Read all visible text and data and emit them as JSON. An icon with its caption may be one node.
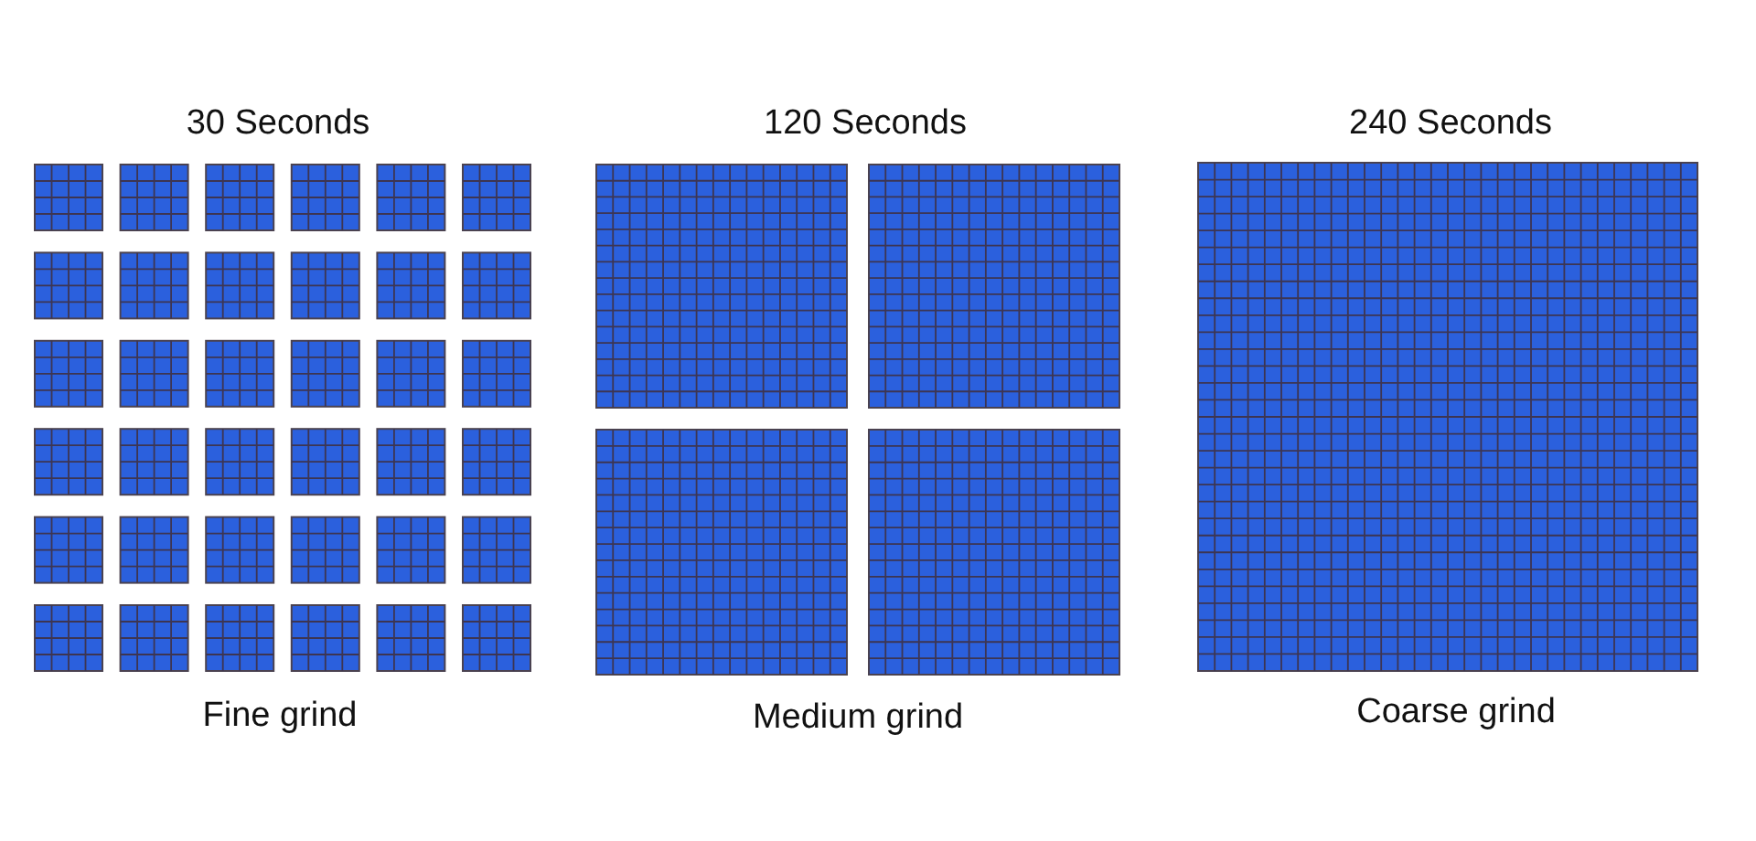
{
  "diagram": {
    "labels": [
      "30 Seconds",
      "120 Seconds",
      "240 Seconds",
      "Fine grind",
      "Medium grind",
      "Coarse grind"
    ]
  }
}
